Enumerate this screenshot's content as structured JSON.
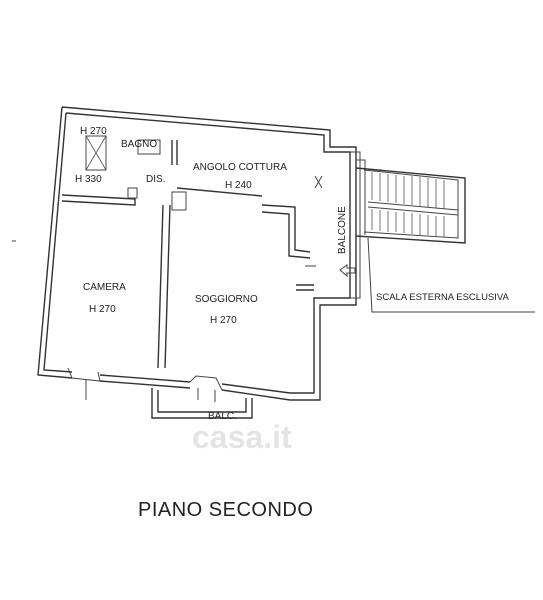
{
  "floor_title": "PIANO SECONDO",
  "rooms": {
    "bagno": {
      "name": "BAGNO",
      "heights": [
        "H 270",
        "H 330"
      ]
    },
    "disimpegno": {
      "name": "DIS."
    },
    "angolo_cottura": {
      "name": "ANGOLO COTTURA",
      "height": "H 240"
    },
    "camera": {
      "name": "CAMERA",
      "height": "H 270"
    },
    "soggiorno": {
      "name": "SOGGIORNO",
      "height": "H 270"
    },
    "balcone": {
      "name": "BALCONE"
    },
    "balcone_basso": {
      "name": "BALC."
    }
  },
  "annotations": {
    "stairs": "SCALA ESTERNA ESCLUSIVA"
  },
  "watermark": "casa.it",
  "colors": {
    "line": "#333333",
    "text": "#222222",
    "watermark": "#cfcfcf"
  }
}
